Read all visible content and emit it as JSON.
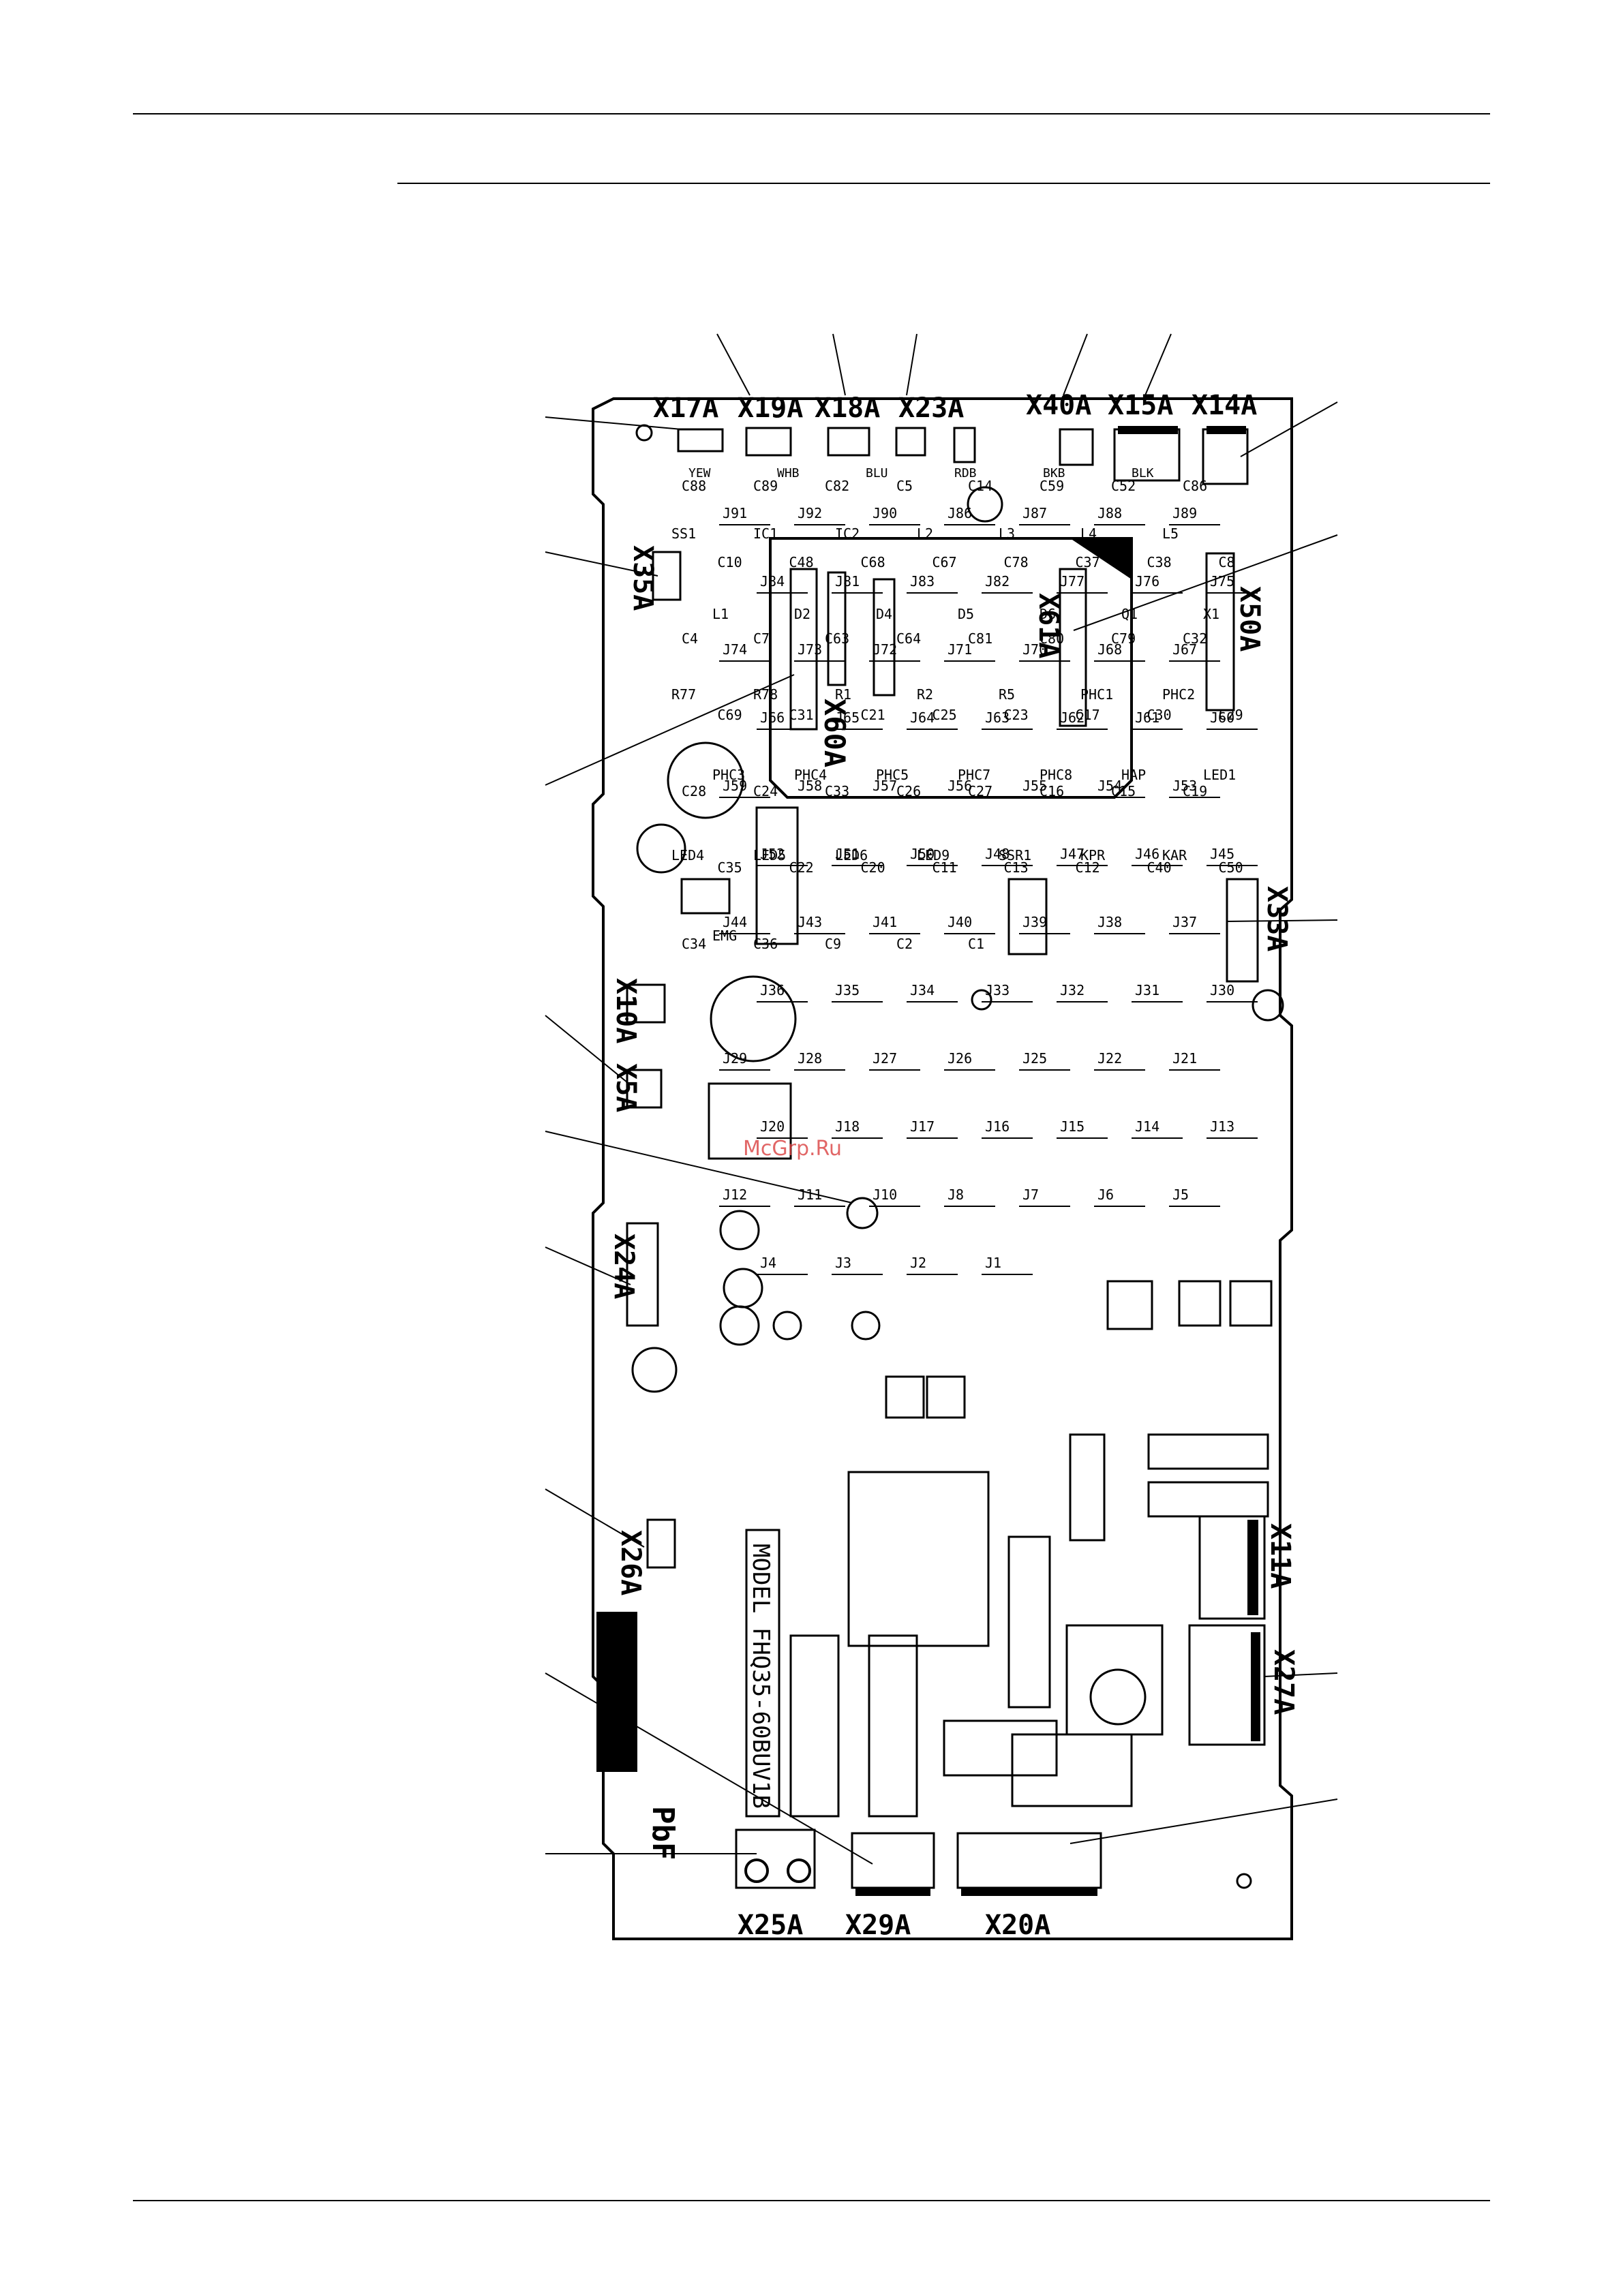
{
  "watermark": "McGrp.Ru",
  "model_label": "MODEL FHQ35-60BUV1B",
  "pbf_mark": "PbF",
  "module_label": "X60A",
  "connectors_top": [
    "X17A",
    "X19A",
    "X18A",
    "X23A",
    "X40A",
    "X15A",
    "X14A"
  ],
  "connectors_left": [
    "X35A",
    "X10A",
    "X5A",
    "X24A",
    "X26A"
  ],
  "connectors_right": [
    "X61A",
    "X50A",
    "X33A",
    "X11A",
    "X27A"
  ],
  "connectors_bottom": [
    "X25A",
    "X29A",
    "X20A"
  ],
  "wire_colors": [
    "YEW",
    "WHB",
    "BLU",
    "RDB",
    "BKB",
    "BLK"
  ],
  "jumpers": [
    "J91",
    "J92",
    "J90",
    "J86",
    "J87",
    "J88",
    "J89",
    "J84",
    "J81",
    "J83",
    "J82",
    "J77",
    "J76",
    "J75",
    "J74",
    "J73",
    "J72",
    "J71",
    "J70",
    "J68",
    "J67",
    "J66",
    "J65",
    "J64",
    "J63",
    "J62",
    "J61",
    "J60",
    "J59",
    "J58",
    "J57",
    "J56",
    "J55",
    "J54",
    "J53",
    "J52",
    "J51",
    "J50",
    "J48",
    "J47",
    "J46",
    "J45",
    "J44",
    "J43",
    "J41",
    "J40",
    "J39",
    "J38",
    "J37",
    "J36",
    "J35",
    "J34",
    "J33",
    "J32",
    "J31",
    "J30",
    "J29",
    "J28",
    "J27",
    "J26",
    "J25",
    "J22",
    "J21",
    "J20",
    "J18",
    "J17",
    "J16",
    "J15",
    "J14",
    "J13",
    "J12",
    "J11",
    "J10",
    "J8",
    "J7",
    "J6",
    "J5",
    "J4",
    "J3",
    "J2",
    "J1"
  ],
  "capacitors": [
    "C88",
    "C89",
    "C82",
    "C5",
    "C14",
    "C59",
    "C52",
    "C86",
    "C10",
    "C48",
    "C68",
    "C67",
    "C78",
    "C37",
    "C38",
    "C8",
    "C4",
    "C7",
    "C63",
    "C64",
    "C81",
    "C80",
    "C79",
    "C32",
    "C69",
    "C31",
    "C21",
    "C25",
    "C23",
    "C17",
    "C30",
    "C29",
    "C28",
    "C24",
    "C33",
    "C26",
    "C27",
    "C16",
    "C15",
    "C19",
    "C35",
    "C22",
    "C20",
    "C11",
    "C13",
    "C12",
    "C40",
    "C50",
    "C34",
    "C36",
    "C9",
    "C2",
    "C1"
  ],
  "other_parts": [
    "SS1",
    "IC1",
    "IC2",
    "L2",
    "L3",
    "L4",
    "L5",
    "L1",
    "D2",
    "D4",
    "D5",
    "D6",
    "Q1",
    "X1",
    "R77",
    "R78",
    "R1",
    "R2",
    "R5",
    "PHC1",
    "PHC2",
    "PHC3",
    "PHC4",
    "PHC5",
    "PHC7",
    "PHC8",
    "HAP",
    "LED1",
    "LED4",
    "LED5",
    "LED6",
    "LED9",
    "SSR1",
    "KPR",
    "KAR",
    "EMG"
  ]
}
